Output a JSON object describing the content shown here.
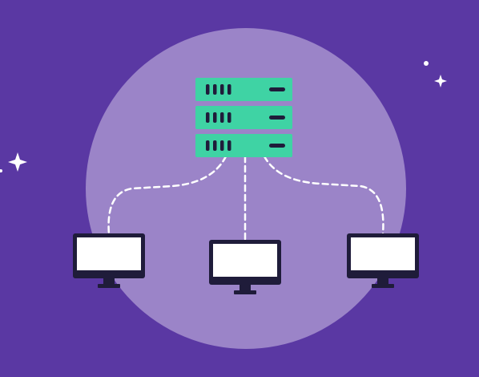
{
  "colors": {
    "background": "#5a38a3",
    "circle": "#9b84c8",
    "server": "#3fd3a4",
    "server_detail": "#1f1c3a",
    "monitor_frame": "#1f1c3a",
    "monitor_screen": "#ffffff",
    "connector": "#ffffff",
    "sparkle": "#ffffff"
  },
  "diagram": {
    "server": {
      "name": "server-stack-icon",
      "units": 3
    },
    "clients": [
      {
        "name": "monitor-icon-left"
      },
      {
        "name": "monitor-icon-center"
      },
      {
        "name": "monitor-icon-right"
      }
    ],
    "connections": [
      {
        "from": "server",
        "to": "monitor-icon-left"
      },
      {
        "from": "server",
        "to": "monitor-icon-center"
      },
      {
        "from": "server",
        "to": "monitor-icon-right"
      }
    ]
  }
}
